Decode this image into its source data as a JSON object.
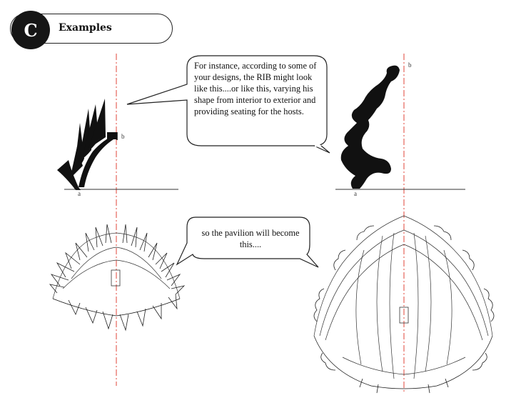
{
  "header": {
    "badge_letter": "C",
    "title": "Examples"
  },
  "callouts": {
    "top": "For instance, according to some of your designs, the RIB might look like this....or like this, varying his shape from interior to exterior and providing  seating for the hosts.",
    "bottom": "so the pavilion will become this...."
  },
  "left_rib": {
    "label_a": "a",
    "label_b": "b"
  },
  "right_rib": {
    "label_a": "a",
    "label_b": "b"
  },
  "colors": {
    "axis_red": "#e0443a",
    "ink": "#111111",
    "ground": "#333333"
  }
}
